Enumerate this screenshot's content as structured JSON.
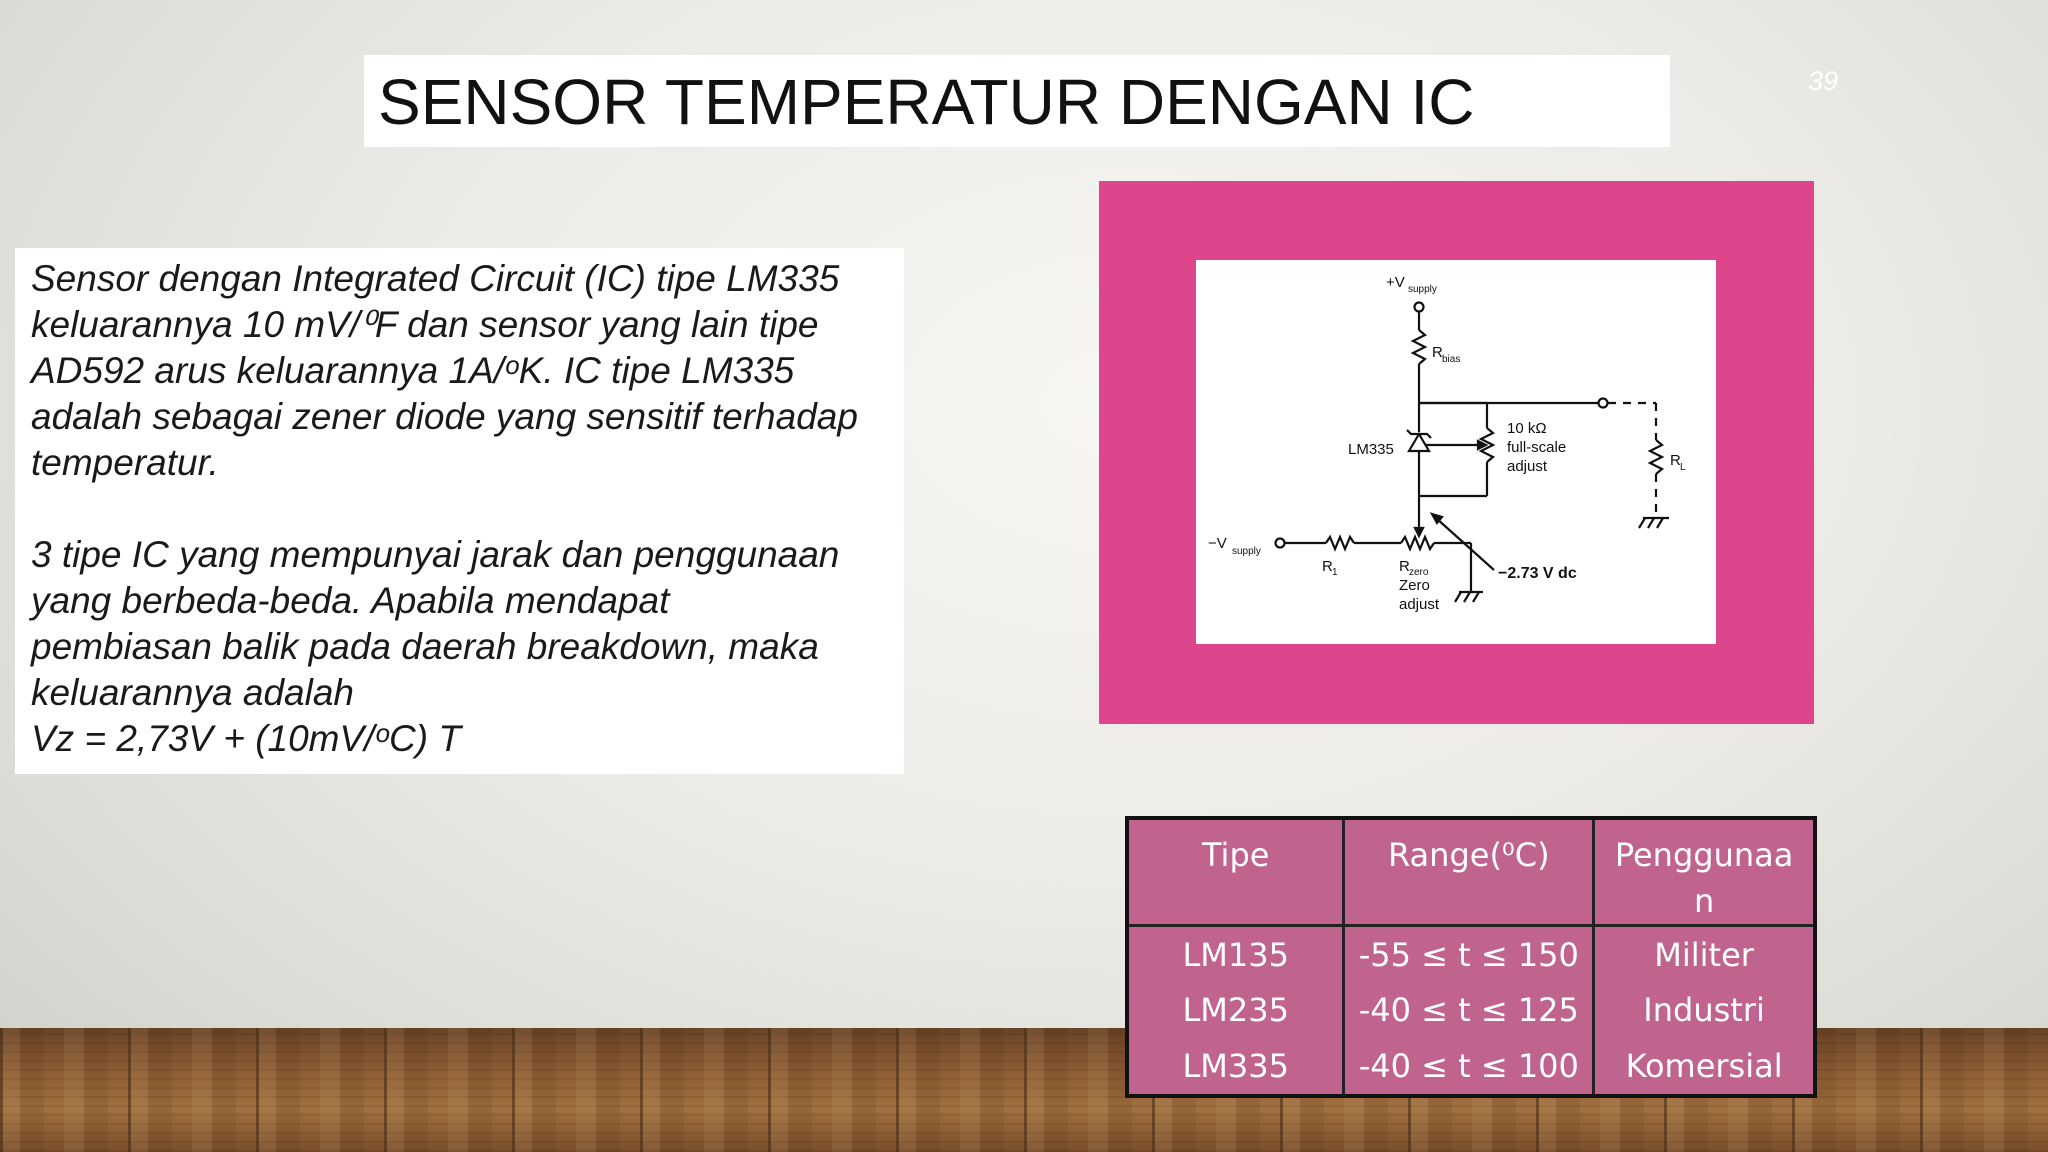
{
  "slide": {
    "title": "SENSOR TEMPERATUR DENGAN IC",
    "page_number": "39"
  },
  "body_text": {
    "paragraph1": "Sensor dengan Integrated Circuit (IC) tipe LM335 keluarannya 10 mV/⁰F dan sensor yang lain tipe AD592 arus keluarannya 1A/ᵒK. IC tipe LM335 adalah sebagai zener diode yang sensitif terhadap temperatur.",
    "paragraph2_lines": [
      "3 tipe IC yang mempunyai jarak dan penggunaan",
      "yang berbeda-beda. Apabila mendapat",
      "pembiasan balik pada daerah breakdown, maka",
      "keluarannya adalah",
      "Vz = 2,73V + (10mV/ᵒC) T"
    ]
  },
  "diagram": {
    "vsupply_pos": "+V",
    "vsupply_pos_sub": "supply",
    "rbias": "R",
    "rbias_sub": "bias",
    "ic_label": "LM335",
    "pot_value": "10 kΩ",
    "pot_line2": "full-scale",
    "pot_line3": "adjust",
    "rl": "R",
    "rl_sub": "L",
    "vsupply_neg": "−V",
    "vsupply_neg_sub": "supply",
    "r1": "R",
    "r1_sub": "1",
    "rzero": "R",
    "rzero_sub": "zero",
    "zero_line2": "Zero",
    "zero_line3": "adjust",
    "vdc": "−2.73 V dc"
  },
  "table": {
    "headers": [
      "Tipe",
      "Range(⁰C)",
      "Penggunaa n"
    ],
    "header_lines": [
      [
        "Tipe"
      ],
      [
        "Range(⁰C)"
      ],
      [
        "Penggunaa",
        "n"
      ]
    ],
    "rows": [
      [
        "LM135",
        "-55 ≤ t ≤ 150",
        "Militer"
      ],
      [
        "LM235",
        "-40 ≤ t ≤ 125",
        "Industri"
      ],
      [
        "LM335",
        "-40 ≤ t ≤ 100",
        "Komersial"
      ]
    ]
  }
}
